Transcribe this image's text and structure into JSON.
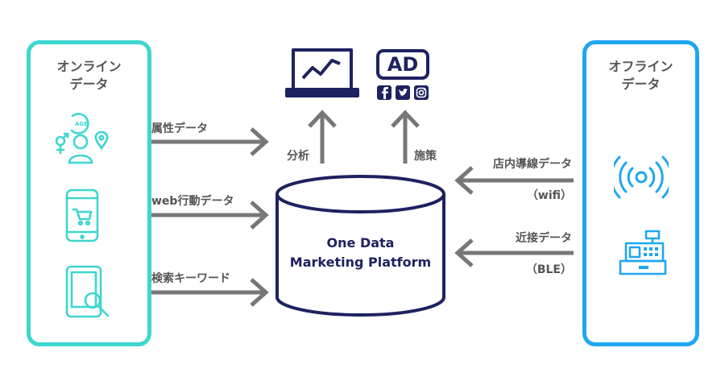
{
  "colors": {
    "online_border": "#3ed6cf",
    "offline_border": "#1ea7f0",
    "navy": "#1e2260",
    "arrow_gray": "#777777",
    "text_gray": "#555555"
  },
  "online_panel": {
    "title_line1": "オンライン",
    "title_line2": "データ",
    "icons": [
      "age-gender-location-icon",
      "mobile-shopping-cart-icon",
      "tablet-search-icon"
    ],
    "age_badge": "AGE"
  },
  "offline_panel": {
    "title_line1": "オフライン",
    "title_line2": "データ",
    "icons": [
      "wifi-signal-icon",
      "cash-register-icon"
    ]
  },
  "inputs": {
    "attribute_data": "属性データ",
    "web_behavior_data": "web行動データ",
    "search_keywords": "検索キーワード",
    "in_store_path_data": "店内導線データ",
    "wifi": "（wifi）",
    "proximity_data": "近接データ",
    "ble": "（BLE）"
  },
  "outputs": {
    "analysis": "分析",
    "measures": "施策",
    "ad_badge": "AD",
    "social_icons": [
      "facebook-icon",
      "twitter-icon",
      "instagram-icon"
    ]
  },
  "platform": {
    "line1": "One Data",
    "line2": "Marketing Platform"
  }
}
